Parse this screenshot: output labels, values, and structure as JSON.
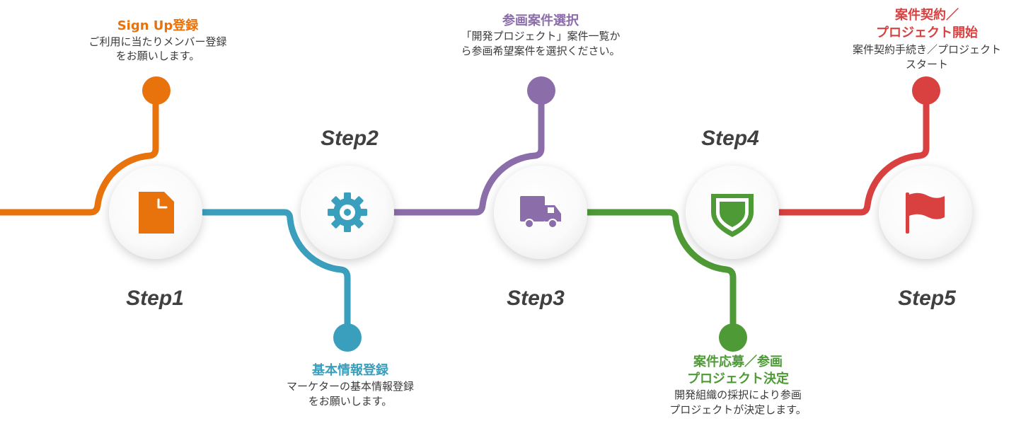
{
  "colors": {
    "step1": "#e8720c",
    "step2": "#3a9fbd",
    "step3": "#8b6daa",
    "step4": "#4e9a36",
    "step5": "#d94040",
    "text": "#3a3a3a",
    "label": "#404040"
  },
  "steps": [
    {
      "label": "Step1",
      "icon": "document-icon",
      "title_lines": [
        "Sign Up登録"
      ],
      "desc_lines": [
        "ご利用に当たりメンバー登録",
        "をお願いします。"
      ]
    },
    {
      "label": "Step2",
      "icon": "gear-icon",
      "title_lines": [
        "基本情報登録"
      ],
      "desc_lines": [
        "マーケターの基本情報登録",
        "をお願いします。"
      ]
    },
    {
      "label": "Step3",
      "icon": "truck-icon",
      "title_lines": [
        "参画案件選択"
      ],
      "desc_lines": [
        "「開発プロジェクト」案件一覧か",
        "ら参画希望案件を選択ください。"
      ]
    },
    {
      "label": "Step4",
      "icon": "shield-icon",
      "title_lines": [
        "案件応募／参画",
        "プロジェクト決定"
      ],
      "desc_lines": [
        "開発組織の採択により参画",
        "プロジェクトが決定します。"
      ]
    },
    {
      "label": "Step5",
      "icon": "flag-icon",
      "title_lines": [
        "案件契約／",
        "プロジェクト開始"
      ],
      "desc_lines": [
        "案件契約手続き／プロジェクト",
        "スタート"
      ]
    }
  ]
}
